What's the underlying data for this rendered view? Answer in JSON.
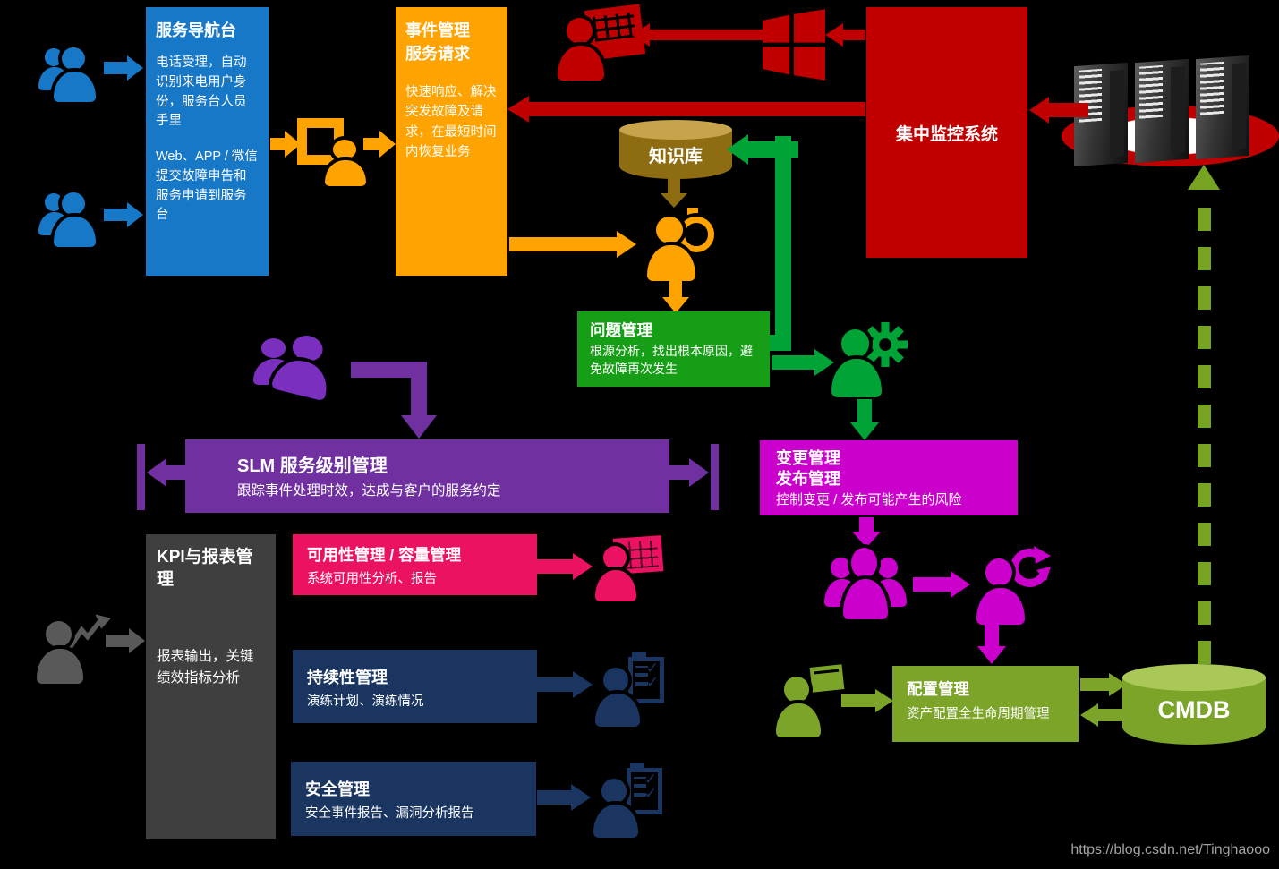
{
  "palette": {
    "blue": "#1778C8",
    "orange": "#FFA300",
    "red": "#C00000",
    "gold": "#8E6D12",
    "gold_light": "#C7A44C",
    "green_box": "#169E16",
    "green_arrow": "#00A336",
    "purple": "#7030A0",
    "purple_icon": "#7A2FBF",
    "magenta": "#CC00CC",
    "pink": "#EC1262",
    "navy": "#1A3560",
    "gray_box": "#3F3F3F",
    "gray_icon": "#595959",
    "olive": "#7BA428",
    "olive_light": "#A9C857",
    "dashed_green": "#76A321"
  },
  "nodes": {
    "service_desk": {
      "title": "服务导航台",
      "para1": "电话受理，自动识别来电用户身份，服务台人员手里",
      "para2": "Web、APP / 微信提交故障申告和服务申请到服务台"
    },
    "incident": {
      "title_line1": "事件管理",
      "title_line2": "服务请求",
      "body": "快速响应、解决突发故障及请求，在最短时间内恢复业务"
    },
    "monitoring": {
      "title": "集中监控系统"
    },
    "knowledge_base": {
      "title": "知识库"
    },
    "problem": {
      "title": "问题管理",
      "body": "根源分析，找出根本原因，避免故障再次发生"
    },
    "slm": {
      "title": "SLM 服务级别管理",
      "body": "跟踪事件处理时效，达成与客户的服务约定"
    },
    "change_release": {
      "title_line1": "变更管理",
      "title_line2": "发布管理",
      "body": "控制变更 / 发布可能产生的风险"
    },
    "kpi": {
      "title": "KPI与报表管理",
      "body": "报表输出，关键绩效指标分析"
    },
    "availability": {
      "title": "可用性管理 / 容量管理",
      "body": "系统可用性分析、报告"
    },
    "continuity": {
      "title": "持续性管理",
      "body": "演练计划、演练情况"
    },
    "security": {
      "title": "安全管理",
      "body": "安全事件报告、漏洞分析报告"
    },
    "config": {
      "title": "配置管理",
      "body": "资产配置全生命周期管理"
    },
    "cmdb": {
      "title": "CMDB"
    }
  },
  "watermark": "https://blog.csdn.net/Tinghaooo"
}
